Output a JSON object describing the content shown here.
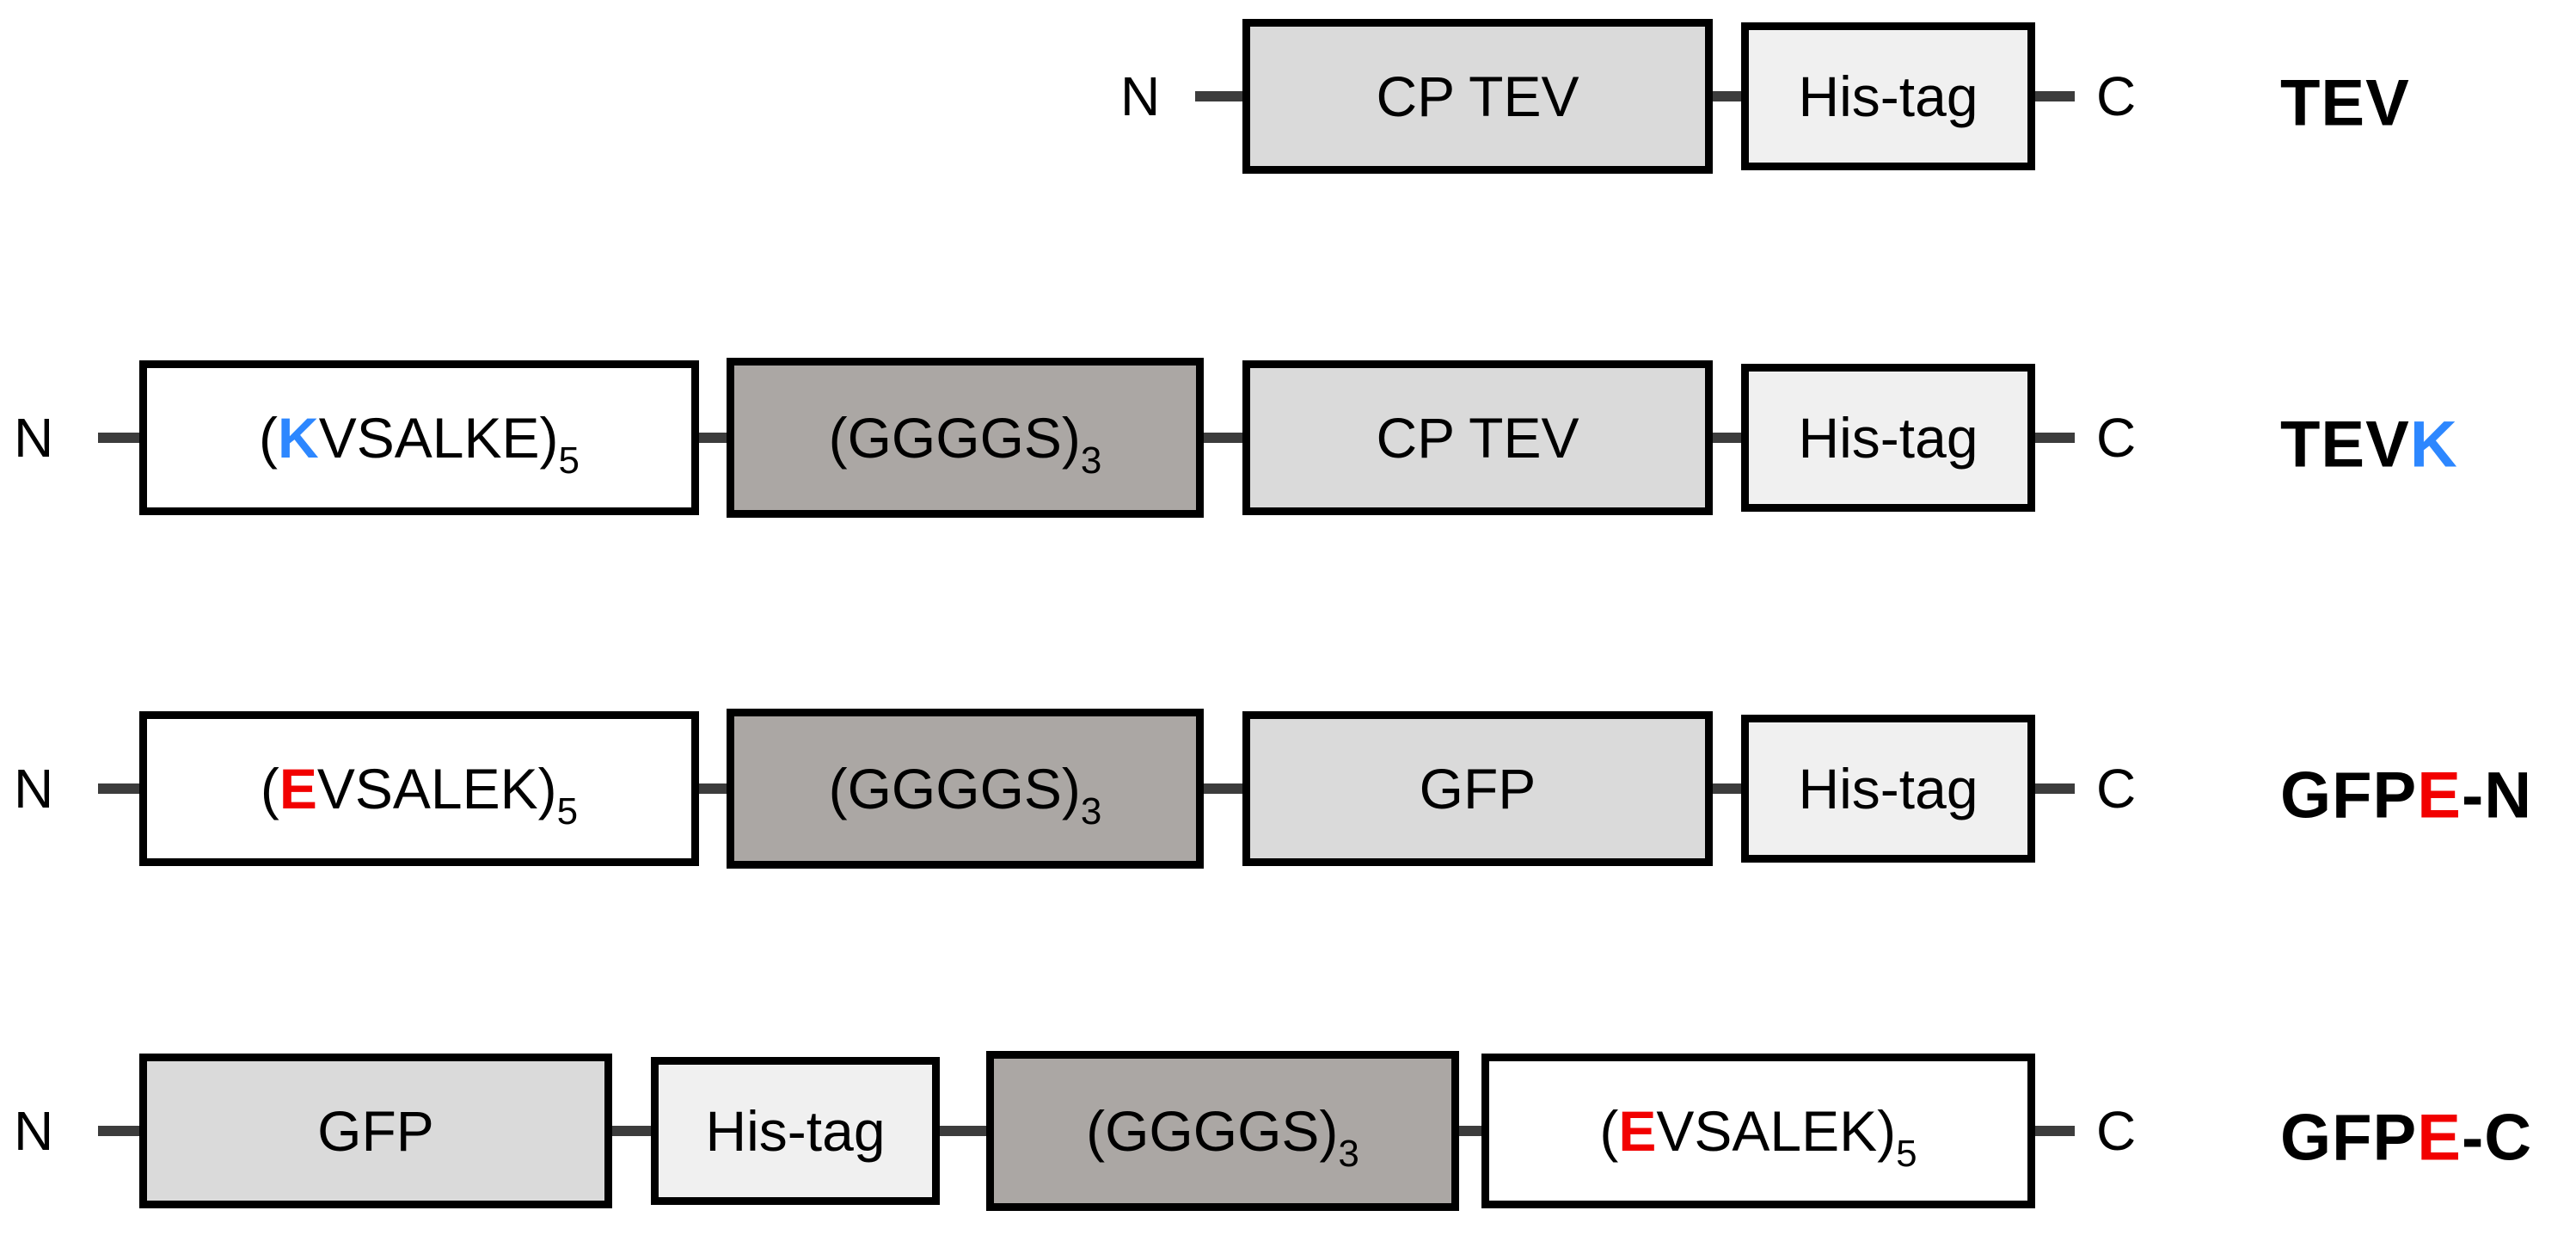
{
  "figure": {
    "background": "#ffffff",
    "palette": {
      "box_border": "#000000",
      "connector_line": "#3c3c3c",
      "domain_fill": "#dadada",
      "histag_fill": "#f0f0f0",
      "linker_fill": "#aba7a4",
      "coil_fill": "#ffffff",
      "accent_blue": "#2d87ff",
      "accent_red": "#f20000",
      "text": "#000000"
    },
    "rows": [
      {
        "name": "TEV",
        "n_terminus": "N",
        "c_terminus": "C",
        "label": {
          "pre": "TEV",
          "accent": "",
          "post": ""
        },
        "boxes": [
          {
            "kind": "domain",
            "text": "CP TEV"
          },
          {
            "kind": "histag",
            "text": "His-tag"
          }
        ]
      },
      {
        "name": "TEVK",
        "n_terminus": "N",
        "c_terminus": "C",
        "label": {
          "pre": "TEV",
          "accent": "K",
          "accent_color": "#2d87ff",
          "post": ""
        },
        "boxes": [
          {
            "kind": "coil",
            "open": "(",
            "accent": "K",
            "accent_color": "#2d87ff",
            "rest": "VSALKE)",
            "sub": "5"
          },
          {
            "kind": "linker",
            "open": "(",
            "rest": "GGGGS)",
            "sub": "3"
          },
          {
            "kind": "domain",
            "text": "CP TEV"
          },
          {
            "kind": "histag",
            "text": "His-tag"
          }
        ]
      },
      {
        "name": "GFPE-N",
        "n_terminus": "N",
        "c_terminus": "C",
        "label": {
          "pre": "GFP",
          "accent": "E",
          "accent_color": "#f20000",
          "post": "-N"
        },
        "boxes": [
          {
            "kind": "coil",
            "open": "(",
            "accent": "E",
            "accent_color": "#f20000",
            "rest": "VSALEK)",
            "sub": "5"
          },
          {
            "kind": "linker",
            "open": "(",
            "rest": "GGGGS)",
            "sub": "3"
          },
          {
            "kind": "domain",
            "text": "GFP"
          },
          {
            "kind": "histag",
            "text": "His-tag"
          }
        ]
      },
      {
        "name": "GFPE-C",
        "n_terminus": "N",
        "c_terminus": "C",
        "label": {
          "pre": "GFP",
          "accent": "E",
          "accent_color": "#f20000",
          "post": "-C"
        },
        "boxes": [
          {
            "kind": "domain",
            "text": "GFP"
          },
          {
            "kind": "histag",
            "text": "His-tag"
          },
          {
            "kind": "linker",
            "open": "(",
            "rest": "GGGGS)",
            "sub": "3"
          },
          {
            "kind": "coil",
            "open": "(",
            "accent": "E",
            "accent_color": "#f20000",
            "rest": "VSALEK)",
            "sub": "5"
          }
        ]
      }
    ]
  }
}
